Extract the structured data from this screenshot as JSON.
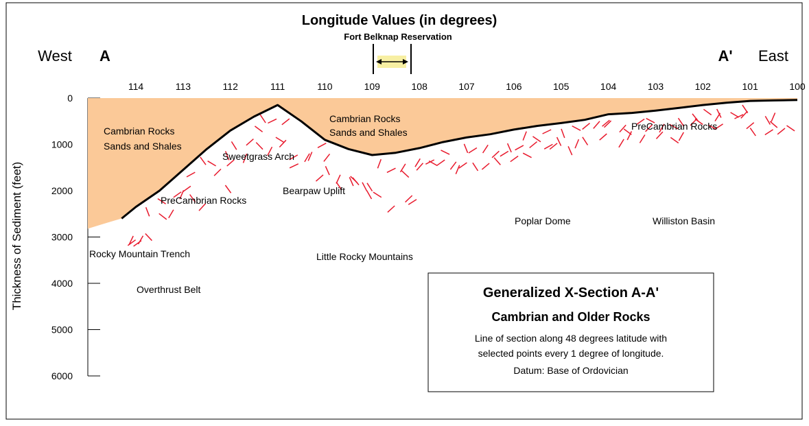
{
  "header": {
    "title": "Longitude Values (in degrees)",
    "reservation_label": "Fort Belknap Reservation",
    "west_label": "West",
    "east_label": "East",
    "section_start": "A",
    "section_end": "A'"
  },
  "axes": {
    "ylabel": "Thickness of Sediment (feet)",
    "longitude_ticks": [
      "114",
      "113",
      "112",
      "111",
      "110",
      "109",
      "108",
      "107",
      "106",
      "105",
      "104",
      "103",
      "102",
      "101",
      "100"
    ],
    "depth_ticks": [
      "0",
      "1000",
      "2000",
      "3000",
      "4000",
      "5000",
      "6000"
    ]
  },
  "units": {
    "cambrian_west": [
      "Cambrian Rocks",
      "Sands and Shales"
    ],
    "cambrian_central": [
      "Cambrian Rocks",
      "Sands and Shales"
    ],
    "precambrian_west": "PreCambrian Rocks",
    "precambrian_east": "PreCambrian Rocks"
  },
  "features": {
    "sweetgrass_arch": "Sweetgrass Arch",
    "bearpaw_uplift": "Bearpaw Uplift",
    "poplar_dome": "Poplar Dome",
    "williston_basin": "Williston Basin",
    "rocky_mountain_trench": "Rocky Mountain Trench",
    "little_rocky_mountains": "Little Rocky Mountains",
    "overthrust_belt": "Overthrust Belt"
  },
  "info_box": {
    "title": "Generalized X-Section A-A'",
    "subtitle": "Cambrian and Older Rocks",
    "line1": "Line of section along 48 degrees latitude with",
    "line2": "selected points every 1 degree of longitude.",
    "line3": "Datum:  Base of Ordovician"
  },
  "colors": {
    "sediment_fill": "#fbc998",
    "precambrian_dash": "#e8192c",
    "reservation_highlight": "#f7efa3",
    "line": "#000000"
  },
  "chart_data": {
    "type": "area",
    "x_label": "Longitude Values (in degrees)",
    "y_label": "Thickness of Sediment (feet)",
    "x": [
      114.3,
      114,
      113.5,
      113,
      112.5,
      112,
      111.5,
      111,
      110.5,
      110,
      109.5,
      109,
      108.5,
      108,
      107.5,
      107,
      106.5,
      106,
      105.5,
      105,
      104.5,
      104,
      103.5,
      103,
      102.5,
      102,
      101.5,
      101,
      100.5,
      100
    ],
    "values": [
      2600,
      2350,
      2000,
      1550,
      1100,
      700,
      400,
      150,
      500,
      900,
      1100,
      1230,
      1180,
      1080,
      950,
      850,
      780,
      680,
      600,
      540,
      470,
      350,
      320,
      270,
      210,
      150,
      100,
      60,
      50,
      40
    ],
    "xlim": [
      114.9,
      100
    ],
    "ylim": [
      0,
      6000
    ]
  }
}
